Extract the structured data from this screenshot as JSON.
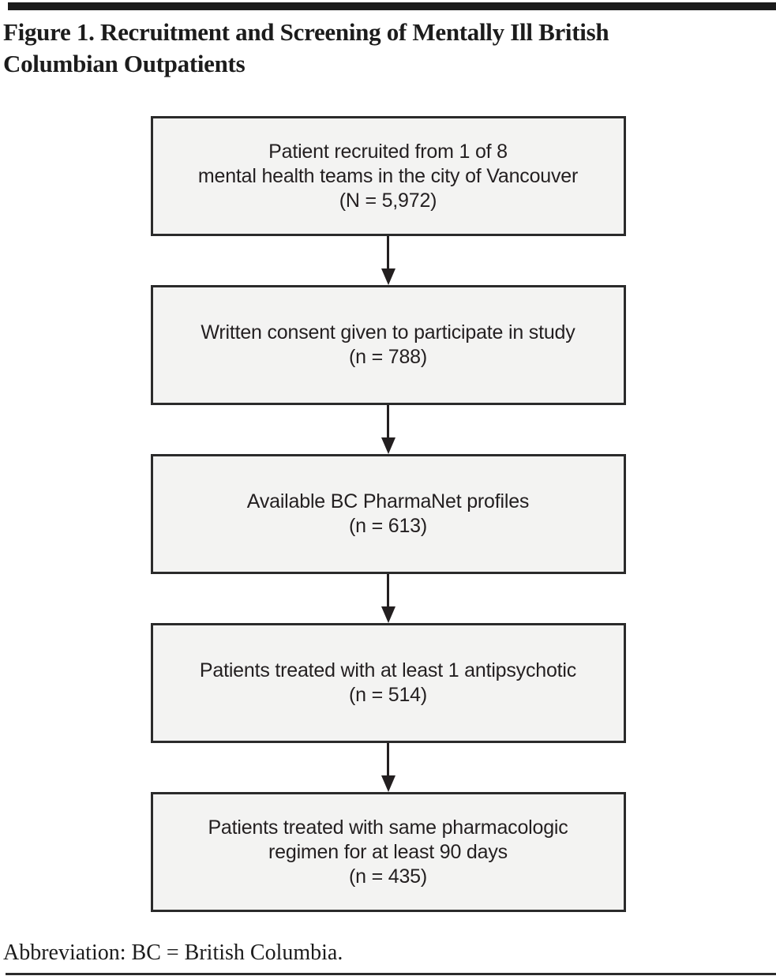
{
  "figure": {
    "title": "Figure 1. Recruitment and Screening of Mentally Ill British Columbian Outpatients",
    "footnote": "Abbreviation: BC = British Columbia."
  },
  "flowchart": {
    "boxes": [
      {
        "lines": [
          "Patient recruited from 1 of 8",
          "mental health teams in the city of Vancouver",
          "(N = 5,972)"
        ],
        "count": 5972
      },
      {
        "lines": [
          "Written consent given to participate in study",
          "(n = 788)"
        ],
        "count": 788
      },
      {
        "lines": [
          "Available BC PharmaNet profiles",
          "(n = 613)"
        ],
        "count": 613
      },
      {
        "lines": [
          "Patients treated with at least 1 antipsychotic",
          "(n = 514)"
        ],
        "count": 514
      },
      {
        "lines": [
          "Patients treated with same pharmacologic",
          "regimen for at least 90 days",
          "(n = 435)"
        ],
        "count": 435
      }
    ]
  },
  "colors": {
    "box_fill": "#f3f3f2",
    "box_border": "#2b2b2b",
    "box_text": "#231f20",
    "rule": "#1b1b1b",
    "background": "#ffffff"
  }
}
